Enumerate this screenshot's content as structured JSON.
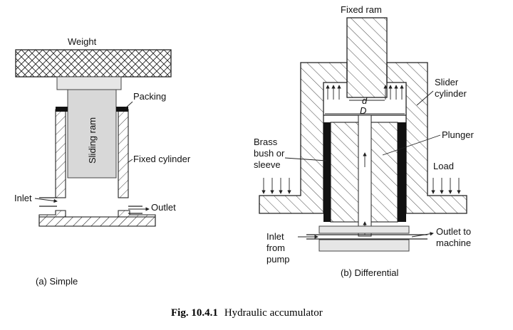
{
  "simple": {
    "weight": "Weight",
    "packing": "Packing",
    "sliding_ram": "Sliding ram",
    "fixed_cylinder": "Fixed cylinder",
    "inlet": "Inlet",
    "outlet": "Outlet",
    "caption": "(a) Simple"
  },
  "differential": {
    "fixed_ram": "Fixed ram",
    "slider_cylinder_1": "Slider",
    "slider_cylinder_2": "cylinder",
    "d": "d",
    "D": "D",
    "plunger": "Plunger",
    "brass_1": "Brass",
    "brass_2": "bush or",
    "brass_3": "sleeve",
    "load": "Load",
    "inlet_1": "Inlet",
    "inlet_2": "from",
    "inlet_3": "pump",
    "outlet_1": "Outlet to",
    "outlet_2": "machine",
    "caption": "(b) Differential"
  },
  "figure": {
    "number": "Fig. 10.4.1",
    "title": "Hydraulic accumulator"
  }
}
